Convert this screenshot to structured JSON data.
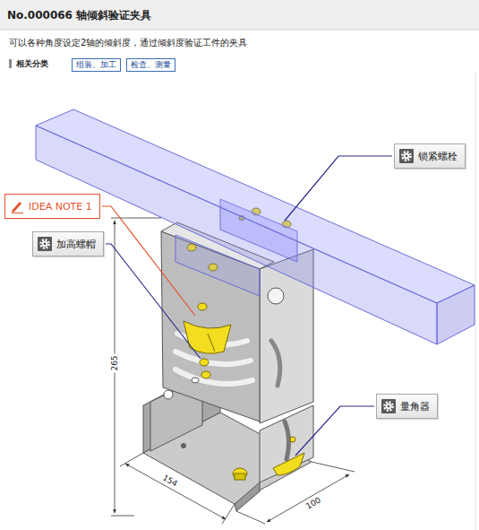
{
  "diagram": {
    "title": "No.000066 轴倾斜验证夹具",
    "nodes": [
      {
        "text": [
          "组装、加工"
        ]
      },
      {
        "text": [
          "检查、测量"
        ]
      },
      {
        "text": [
          "锁紧螺栓"
        ]
      },
      {
        "text": [
          "IDEA NOTE 1"
        ]
      },
      {
        "text": [
          "加高螺帽"
        ]
      },
      {
        "text": [
          "量角器"
        ]
      }
    ],
    "labels": [
      "可以各种角度设定2轴的倾斜度，通过倾斜度验证工件的夹具",
      "相关分类",
      "265",
      "154",
      "100"
    ]
  }
}
